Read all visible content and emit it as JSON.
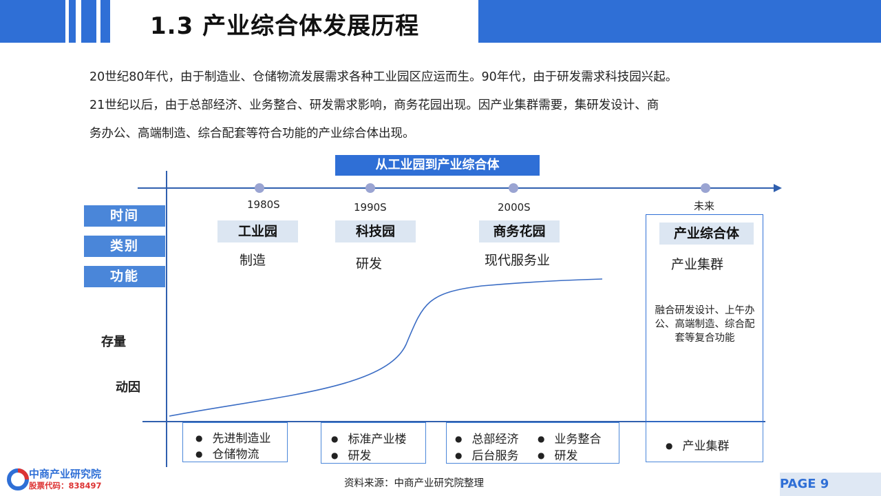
{
  "header": {
    "title": "1.3 产业综合体发展历程"
  },
  "intro": {
    "line1": "20世纪80年代，由于制造业、仓储物流发展需求各种工业园区应运而生。90年代，由于研发需求科技园兴起。",
    "line2": "21世纪以后，由于总部经济、业务整合、研发需求影响，商务花园出现。因产业集群需要，集研发设计、商",
    "line3": "务办公、高端制造、综合配套等符合功能的产业综合体出现。"
  },
  "diagram": {
    "banner": "从工业园到产业综合体",
    "row_labels": [
      "时间",
      "类别",
      "功能"
    ],
    "y_labels": {
      "stock": "存量",
      "driver": "动因"
    },
    "stages": [
      {
        "year": "1980S",
        "category": "工业园",
        "function": "制造"
      },
      {
        "year": "1990S",
        "category": "科技园",
        "function": "研发"
      },
      {
        "year": "2000S",
        "category": "商务花园",
        "function": "现代服务业"
      },
      {
        "year": "未来",
        "category": "产业综合体",
        "function": "产业集群"
      }
    ],
    "future_desc": "融合研发设计、上午办公、高端制造、综合配套等复合功能",
    "drivers": [
      [
        "先进制造业",
        "仓储物流"
      ],
      [
        "标准产业楼",
        "研发"
      ],
      [
        "总部经济",
        "业务整合",
        "后台服务",
        "研发"
      ],
      [
        "产业集群"
      ]
    ],
    "bullet": "●",
    "colors": {
      "accent": "#2f6fd6",
      "axis": "#2f5fae",
      "label_bg": "#4a86d9",
      "category_bg": "#dce6f2",
      "dot": "#9aa4d2"
    }
  },
  "footer": {
    "source": "资料来源：中商产业研究院整理",
    "logo_name": "中商产业研究院",
    "logo_code": "股票代码：838497",
    "page": "PAGE 9"
  }
}
